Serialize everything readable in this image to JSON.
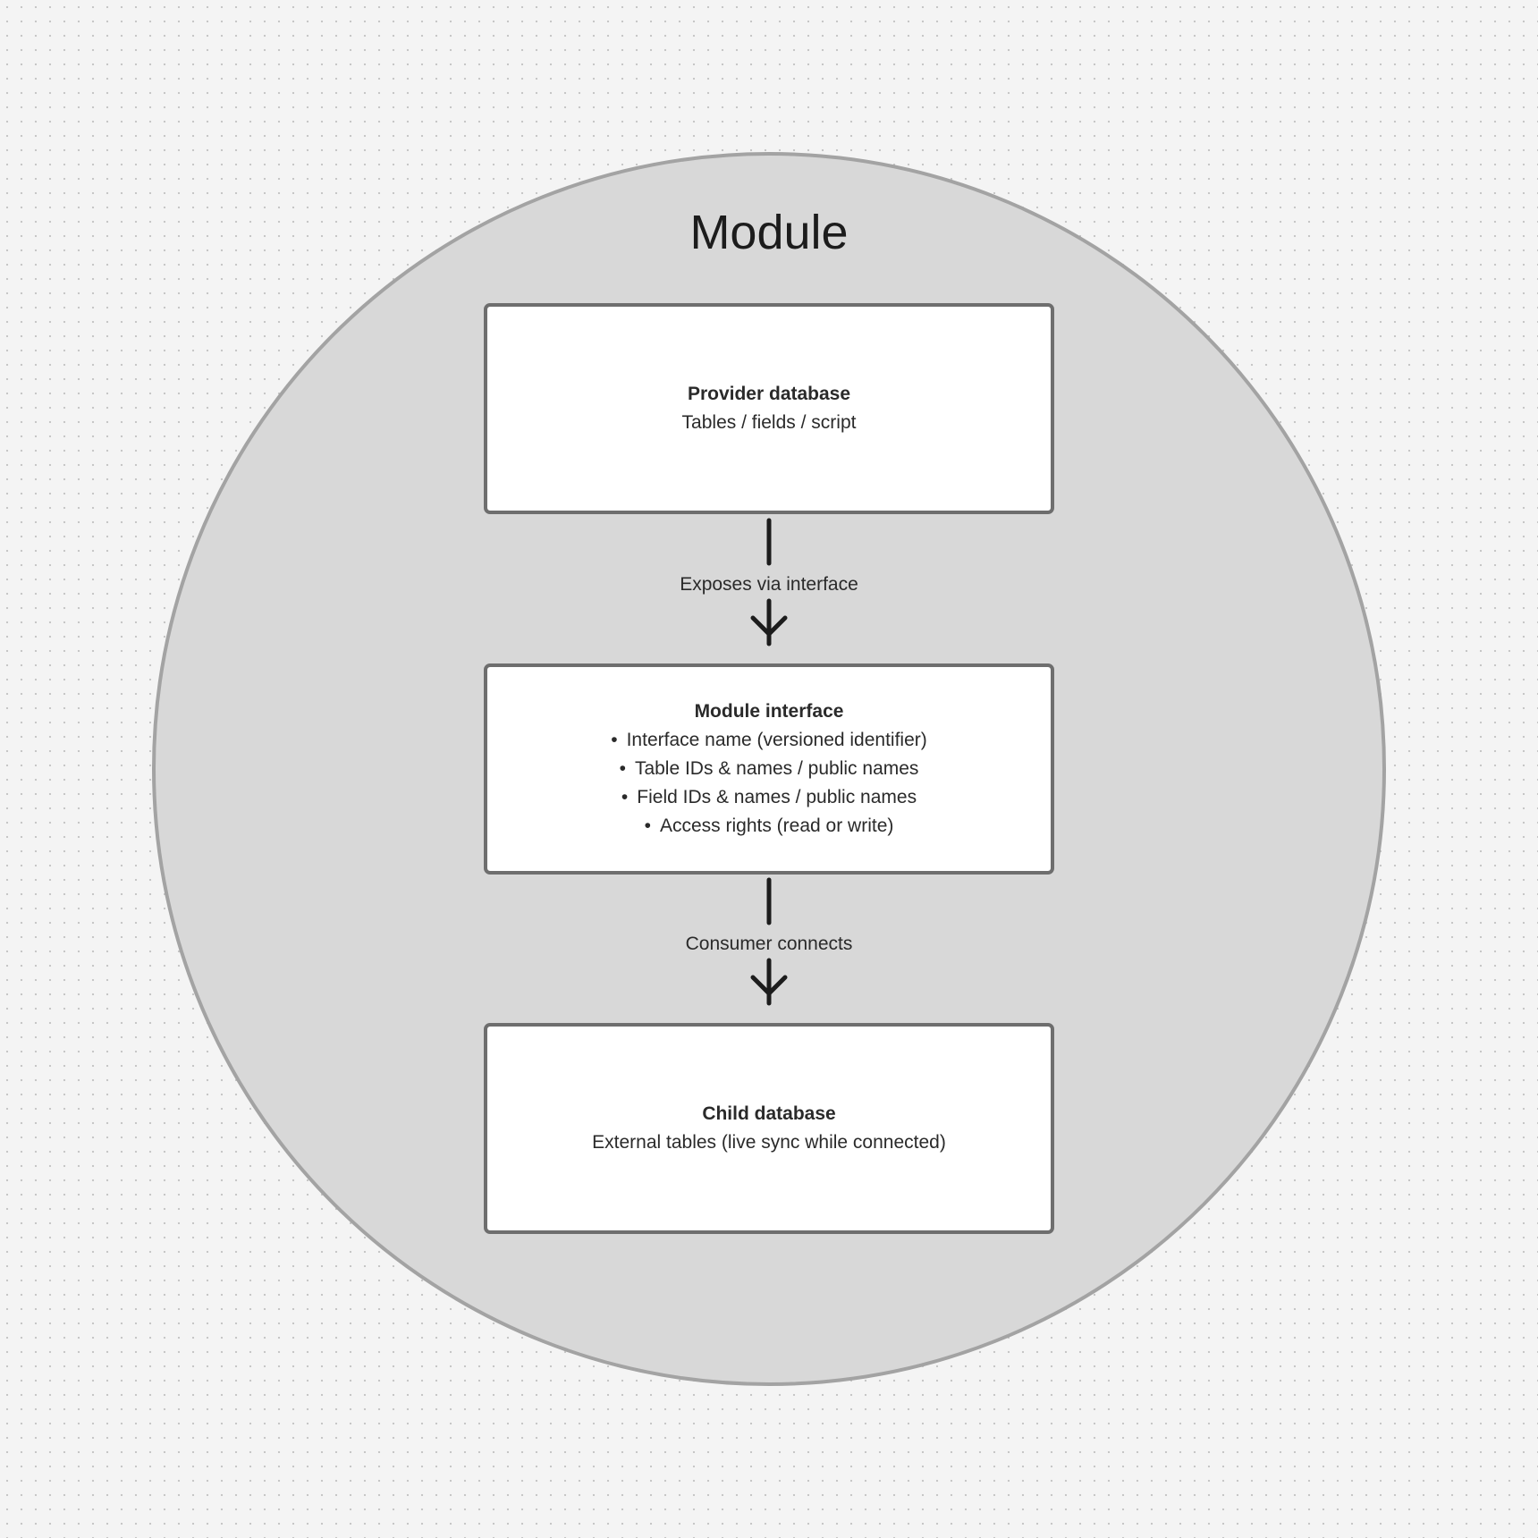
{
  "module": {
    "title": "Module"
  },
  "provider_box": {
    "title": "Provider database",
    "subtitle": "Tables / fields / script"
  },
  "connector_1": {
    "label": "Exposes via interface"
  },
  "interface_box": {
    "title": "Module interface",
    "items": [
      "Interface name (versioned identifier)",
      "Table IDs & names / public names",
      "Field IDs & names / public names",
      "Access rights (read or write)"
    ]
  },
  "connector_2": {
    "label": "Consumer connects"
  },
  "child_box": {
    "title": "Child database",
    "subtitle": "External tables (live sync while connected)"
  },
  "colors": {
    "canvas_background": "#f4f4f4",
    "module_fill": "#d8d8d8",
    "module_border": "#a3a3a3",
    "box_fill": "#ffffff",
    "box_border": "#6e6e6e",
    "arrow": "#1c1c1c",
    "text": "#2a2a2a"
  },
  "icons": {
    "arrow": "arrow-down-icon",
    "bullet": "•"
  }
}
